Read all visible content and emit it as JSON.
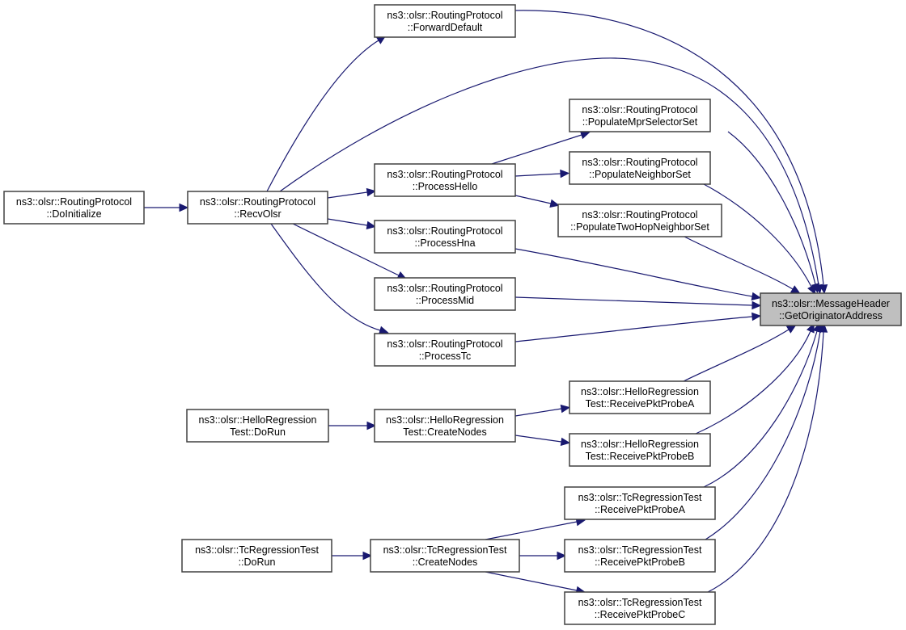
{
  "title": "Caller graph of ns3::olsr::MessageHeader::GetOriginatorAddress",
  "colors": {
    "edge": "#191970",
    "node_border": "#404040",
    "target_fill": "#bfbfbf",
    "node_fill": "#ffffff"
  },
  "nodes": [
    {
      "id": "target",
      "line1": "ns3::olsr::MessageHeader",
      "line2": "::GetOriginatorAddress",
      "highlighted": true
    },
    {
      "id": "doinit",
      "line1": "ns3::olsr::RoutingProtocol",
      "line2": "::DoInitialize"
    },
    {
      "id": "recv",
      "line1": "ns3::olsr::RoutingProtocol",
      "line2": "::RecvOlsr"
    },
    {
      "id": "fwd",
      "line1": "ns3::olsr::RoutingProtocol",
      "line2": "::ForwardDefault"
    },
    {
      "id": "hello",
      "line1": "ns3::olsr::RoutingProtocol",
      "line2": "::ProcessHello"
    },
    {
      "id": "hna",
      "line1": "ns3::olsr::RoutingProtocol",
      "line2": "::ProcessHna"
    },
    {
      "id": "mid",
      "line1": "ns3::olsr::RoutingProtocol",
      "line2": "::ProcessMid"
    },
    {
      "id": "tc",
      "line1": "ns3::olsr::RoutingProtocol",
      "line2": "::ProcessTc"
    },
    {
      "id": "mpr",
      "line1": "ns3::olsr::RoutingProtocol",
      "line2": "::PopulateMprSelectorSet"
    },
    {
      "id": "nbr",
      "line1": "ns3::olsr::RoutingProtocol",
      "line2": "::PopulateNeighborSet"
    },
    {
      "id": "twohop",
      "line1": "ns3::olsr::RoutingProtocol",
      "line2": "::PopulateTwoHopNeighborSet"
    },
    {
      "id": "hdorun",
      "line1": "ns3::olsr::HelloRegression",
      "line2": "Test::DoRun"
    },
    {
      "id": "hcreate",
      "line1": "ns3::olsr::HelloRegression",
      "line2": "Test::CreateNodes"
    },
    {
      "id": "hpa",
      "line1": "ns3::olsr::HelloRegression",
      "line2": "Test::ReceivePktProbeA"
    },
    {
      "id": "hpb",
      "line1": "ns3::olsr::HelloRegression",
      "line2": "Test::ReceivePktProbeB"
    },
    {
      "id": "tdorun",
      "line1": "ns3::olsr::TcRegressionTest",
      "line2": "::DoRun"
    },
    {
      "id": "tcreate",
      "line1": "ns3::olsr::TcRegressionTest",
      "line2": "::CreateNodes"
    },
    {
      "id": "tpa",
      "line1": "ns3::olsr::TcRegressionTest",
      "line2": "::ReceivePktProbeA"
    },
    {
      "id": "tpb",
      "line1": "ns3::olsr::TcRegressionTest",
      "line2": "::ReceivePktProbeB"
    },
    {
      "id": "tpc",
      "line1": "ns3::olsr::TcRegressionTest",
      "line2": "::ReceivePktProbeC"
    }
  ],
  "edges": [
    {
      "from": "doinit",
      "to": "recv"
    },
    {
      "from": "recv",
      "to": "fwd"
    },
    {
      "from": "recv",
      "to": "target"
    },
    {
      "from": "recv",
      "to": "hello"
    },
    {
      "from": "recv",
      "to": "hna"
    },
    {
      "from": "recv",
      "to": "mid"
    },
    {
      "from": "recv",
      "to": "tc"
    },
    {
      "from": "fwd",
      "to": "target"
    },
    {
      "from": "hello",
      "to": "mpr"
    },
    {
      "from": "hello",
      "to": "nbr"
    },
    {
      "from": "hello",
      "to": "twohop"
    },
    {
      "from": "mpr",
      "to": "target"
    },
    {
      "from": "nbr",
      "to": "target"
    },
    {
      "from": "twohop",
      "to": "target"
    },
    {
      "from": "hna",
      "to": "target"
    },
    {
      "from": "mid",
      "to": "target"
    },
    {
      "from": "tc",
      "to": "target"
    },
    {
      "from": "hdorun",
      "to": "hcreate"
    },
    {
      "from": "hcreate",
      "to": "hpa"
    },
    {
      "from": "hcreate",
      "to": "hpb"
    },
    {
      "from": "hpa",
      "to": "target"
    },
    {
      "from": "hpb",
      "to": "target"
    },
    {
      "from": "tdorun",
      "to": "tcreate"
    },
    {
      "from": "tcreate",
      "to": "tpa"
    },
    {
      "from": "tcreate",
      "to": "tpb"
    },
    {
      "from": "tcreate",
      "to": "tpc"
    },
    {
      "from": "tpa",
      "to": "target"
    },
    {
      "from": "tpb",
      "to": "target"
    },
    {
      "from": "tpc",
      "to": "target"
    }
  ]
}
